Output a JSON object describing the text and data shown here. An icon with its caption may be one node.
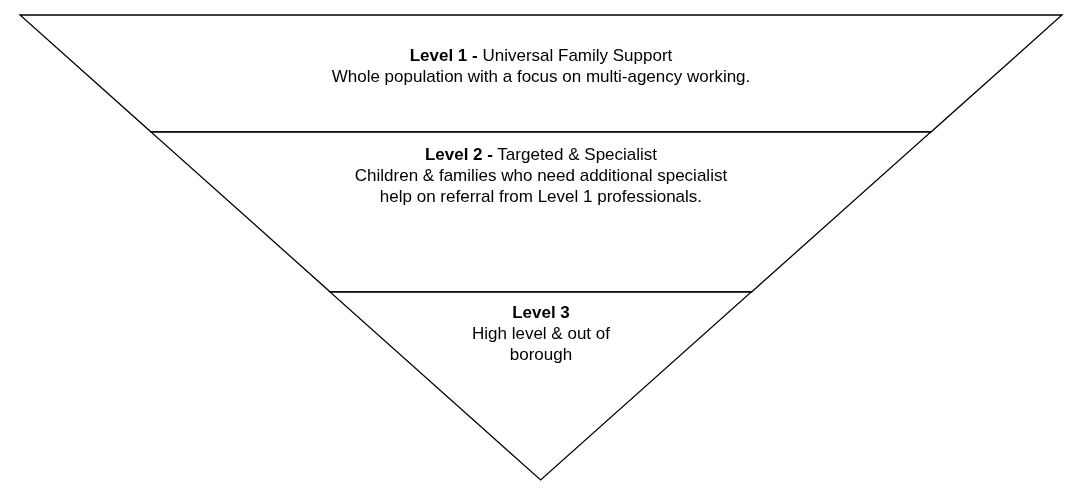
{
  "diagram": {
    "nodes": [
      {
        "text": [
          "**Level 1 -** Universal Family Support",
          "Whole population with a focus on multi-agency working."
        ]
      },
      {
        "text": [
          "**Level 2 -** Targeted & Specialist",
          "Children & families who need additional specialist help on referral from Level 1 professionals."
        ]
      },
      {
        "text": [
          "Level 3",
          "High level & out of borough"
        ]
      }
    ]
  }
}
